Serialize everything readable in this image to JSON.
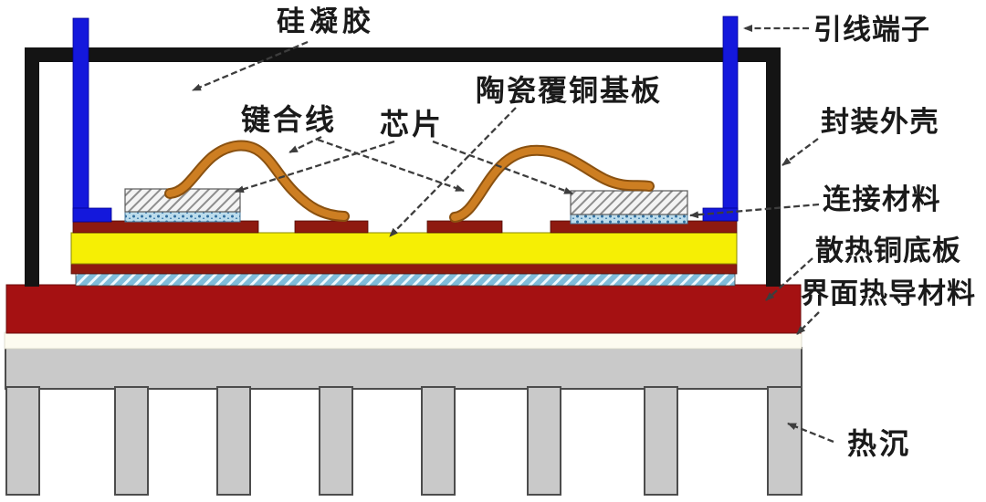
{
  "figure": {
    "type": "cross-section-diagram",
    "subject": "power module package structure"
  },
  "labels": {
    "silicone_gel": "硅凝胶",
    "lead_terminal": "引线端子",
    "bonding_wire": "键合线",
    "chip": "芯片",
    "dbc_substrate": "陶瓷覆铜基板",
    "package_shell": "封装外壳",
    "connection_material": "连接材料",
    "copper_baseplate": "散热铜底板",
    "interface_tim": "界面热导材料",
    "heat_sink": "热沉"
  },
  "palette": {
    "copper_red": "#a51112",
    "copper_dark": "#8e1a10",
    "ceramic_yellow": "#f6ef04",
    "shell_black": "#141414",
    "terminal_blue": "#1418dc",
    "heatsink_gray": "#c9c9c9",
    "tim_white": "#fdfbf0",
    "wire_orange": "#cd7e22",
    "wire_outline": "#8a5110",
    "solder_blue": "#7fbcda",
    "die_attach_blue": "#bcdcec",
    "arrow_gray": "#3d3d3d",
    "text_black": "#1a1a1a"
  }
}
